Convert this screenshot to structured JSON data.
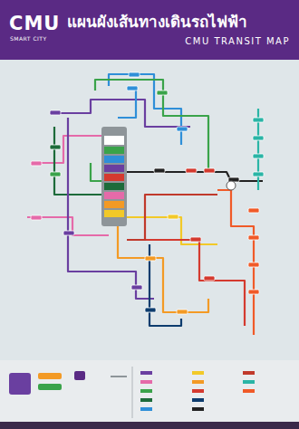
{
  "diagram": {
    "title": "แผนผังเส้นทางเดินรถไฟฟ้า",
    "labels": [
      "CMU",
      "SMART CITY",
      "CMU TRANSIT MAP"
    ]
  }
}
